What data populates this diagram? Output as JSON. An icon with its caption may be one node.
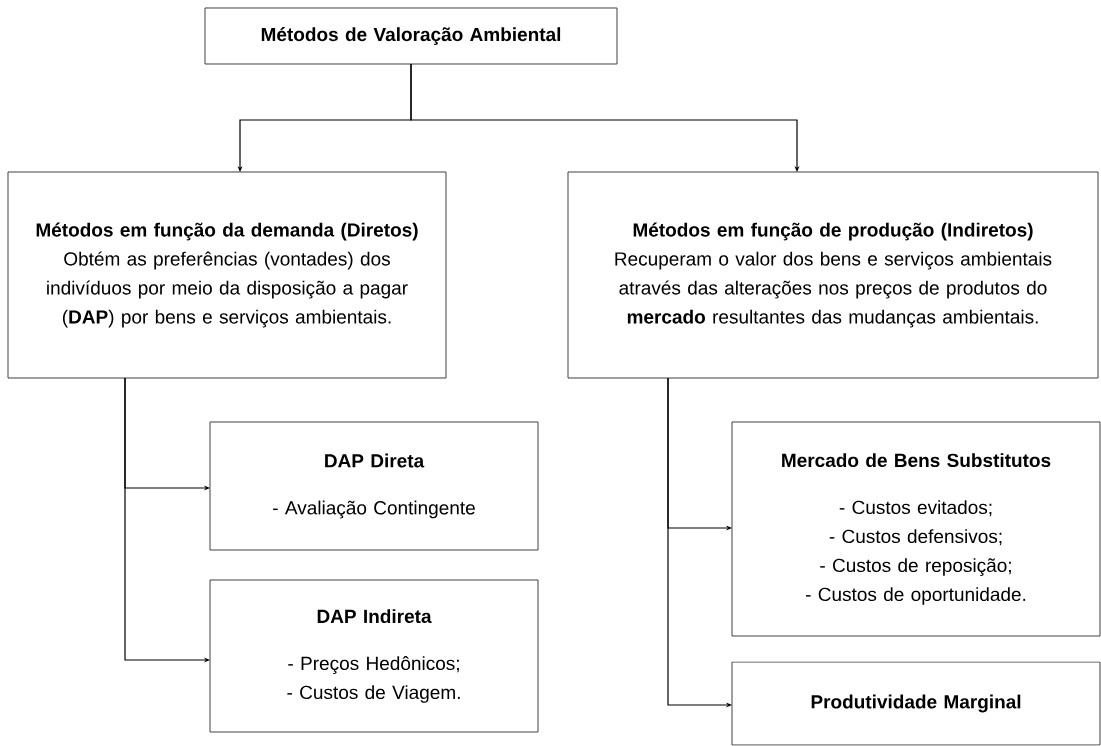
{
  "diagram": {
    "nodes": [
      {
        "text": [
          "Métodos de Valoração Ambiental"
        ]
      },
      {
        "text": [
          "Métodos em função da demanda (Diretos)",
          "Obtém as preferências (vontades) dos indivíduos por meio da disposição a pagar (**DAP**) por bens e serviços ambientais."
        ]
      },
      {
        "text": [
          "Métodos em função de produção (Indiretos)",
          "Recuperam o valor dos bens e serviços ambientais através das alterações nos preços de produtos do **mercado** resultantes das mudanças ambientais."
        ]
      },
      {
        "text": [
          "DAP Direta",
          "- Avaliação Contingente"
        ]
      },
      {
        "text": [
          "DAP Indireta",
          "- Preços Hedônicos;",
          "- Custos de Viagem."
        ]
      },
      {
        "text": [
          "Mercado de Bens Substitutos",
          "- Custos evitados;",
          "- Custos defensivos;",
          "- Custos de reposição;",
          "- Custos de oportunidade."
        ]
      },
      {
        "text": [
          "Produtividade Marginal"
        ]
      }
    ],
    "edges": [
      {
        "from": 0,
        "to": 1,
        "arrow": "to"
      },
      {
        "from": 0,
        "to": 2,
        "arrow": "to"
      },
      {
        "from": 1,
        "to": 3,
        "arrow": "to"
      },
      {
        "from": 1,
        "to": 4,
        "arrow": "to"
      },
      {
        "from": 2,
        "to": 5,
        "arrow": "to"
      },
      {
        "from": 2,
        "to": 6,
        "arrow": "to"
      }
    ]
  }
}
